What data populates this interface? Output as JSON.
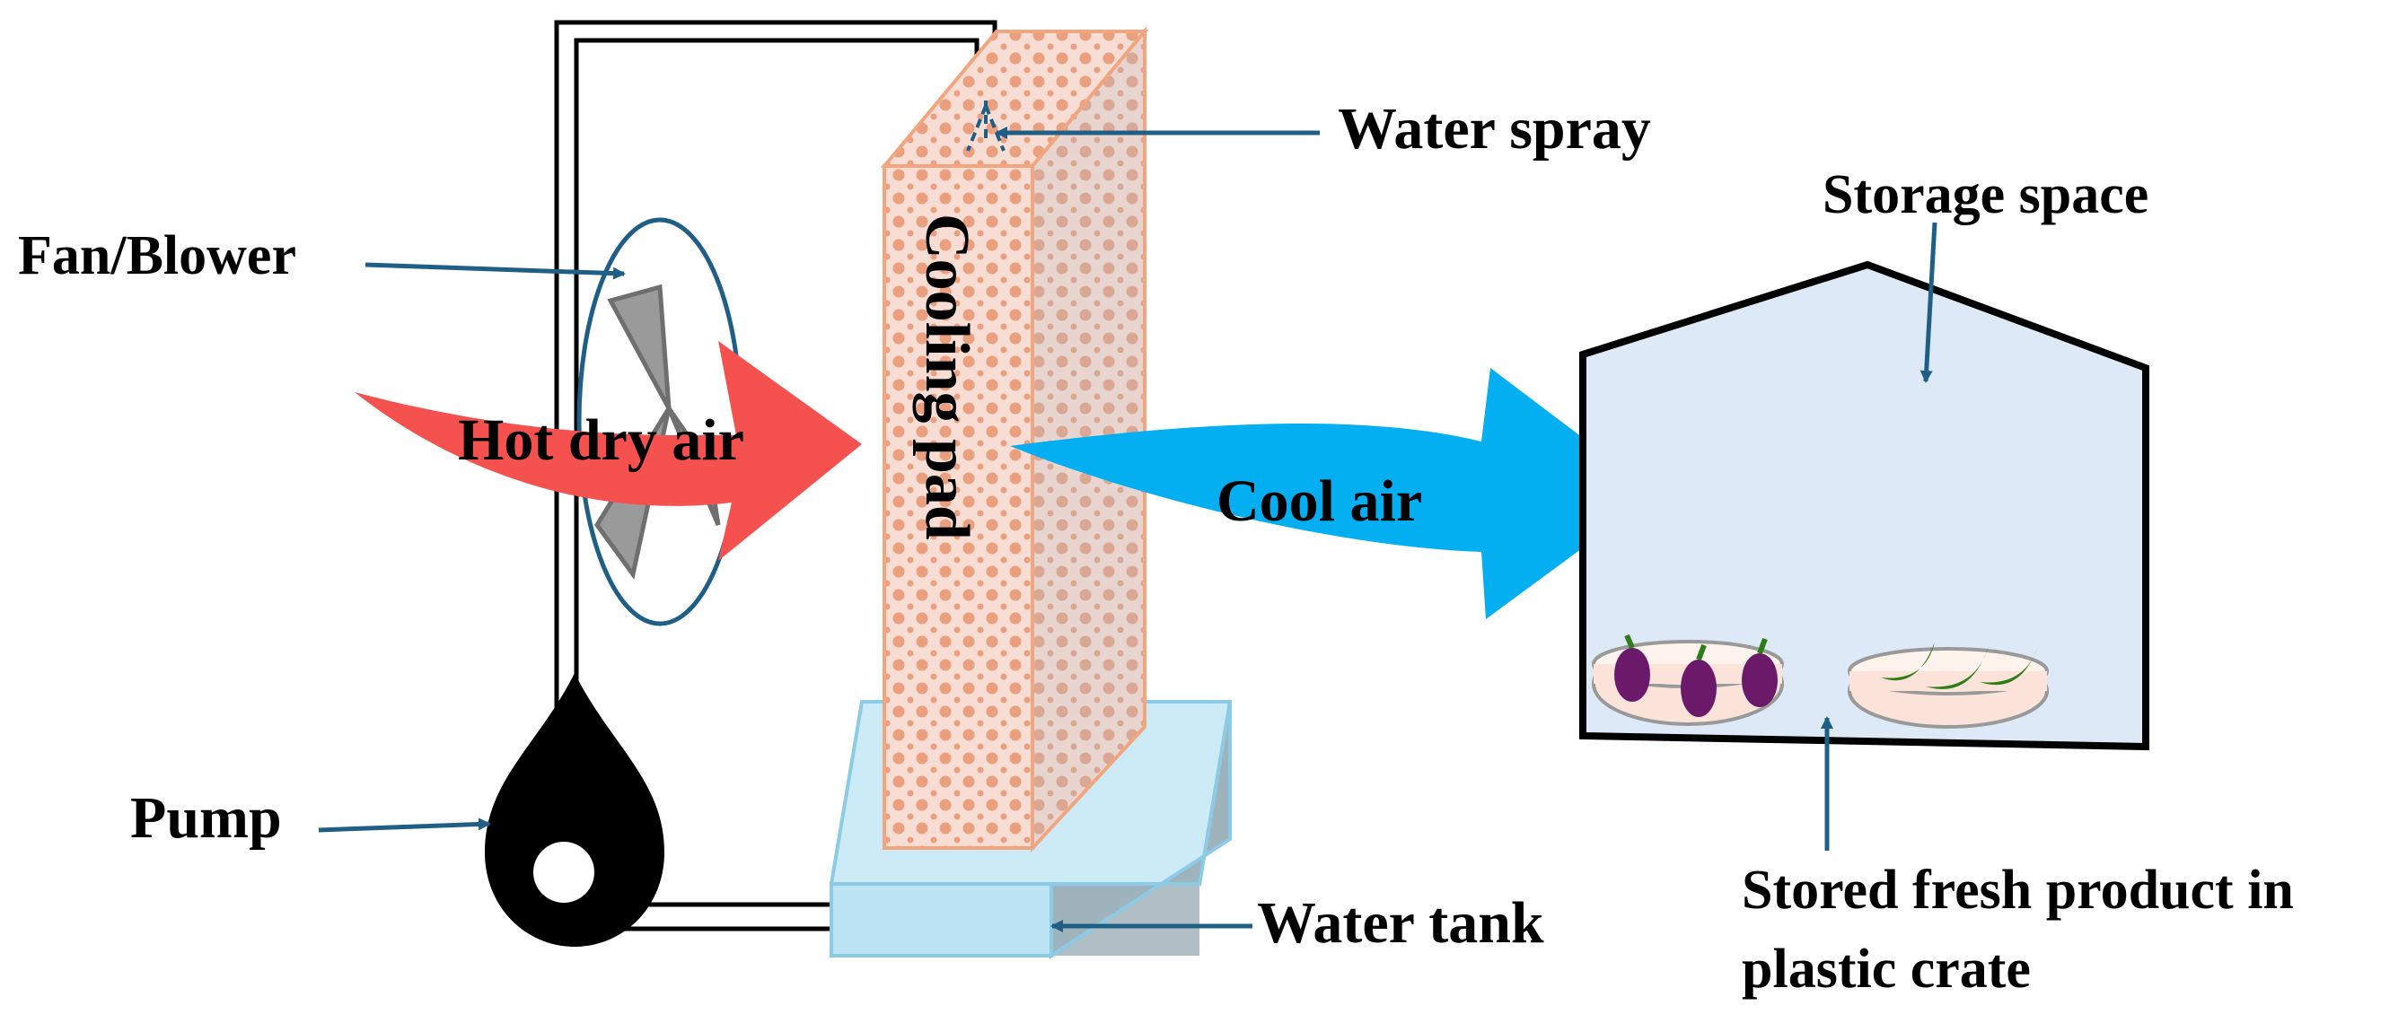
{
  "labels": {
    "water_spray": "Water spray",
    "fan_blower": "Fan/Blower",
    "hot_dry_air": "Hot dry air",
    "cooling_pad": "Cooling pad",
    "cool_air": "Cool air",
    "storage_space": "Storage space",
    "pump": "Pump",
    "water_tank": "Water tank",
    "stored_product_line1": "Stored fresh product in",
    "stored_product_line2": "plastic crate"
  },
  "colors": {
    "hot_air_arrow": "#f4514f",
    "cool_air_arrow": "#03aff0",
    "cooling_pad": "#f7ddd3",
    "cooling_pad_edge": "#f1a680",
    "storage_fill": "#dde9f6",
    "water_tank": "#bde4f5",
    "leader_line": "#1f5f85",
    "eggplant": "#6a1a69",
    "green_vegetable": "#2e7d18"
  }
}
